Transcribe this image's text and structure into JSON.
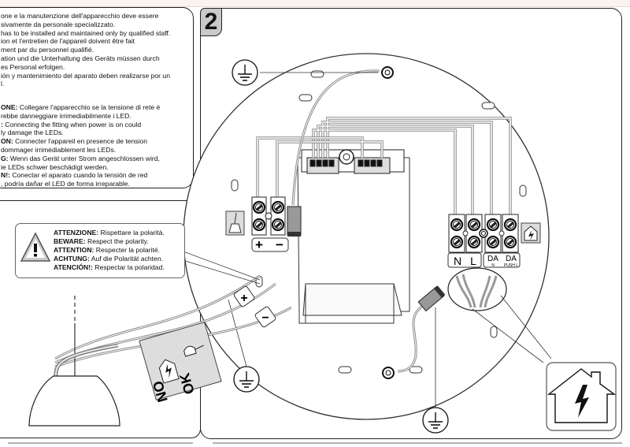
{
  "step": {
    "number": "2"
  },
  "installation_notice": [
    {
      "text": "one e la manutenzione dell'apparecchio deve essere"
    },
    {
      "text": "sivamente da personale specializzato."
    },
    {
      "text": "has to be installed and maintained only by qualified staff."
    },
    {
      "text": "ion et l'entretien de l'appareil doivent être fait"
    },
    {
      "text": "ment par du personnel qualifié."
    },
    {
      "text": "ation und die Unterhaltung des Geräts müssen durch"
    },
    {
      "text": "es Personal erfolgen."
    },
    {
      "text": "ión y mantenimiento del aparato deben realizarse por un"
    },
    {
      "text": "l."
    }
  ],
  "power_warning": [
    {
      "bold": "ONE:",
      "text": " Collegare l'apparecchio se la tensione di rete è"
    },
    {
      "bold": "",
      "text": "rebbe danneggiare irrimediabilmente i LED."
    },
    {
      "bold": ":",
      "text": " Connecting the fitting when power is on could"
    },
    {
      "bold": "",
      "text": "ly damage the LEDs."
    },
    {
      "bold": "ON:",
      "text": " Connecter l'appareil en presence de tension"
    },
    {
      "bold": "",
      "text": "dommager irrimédiablement les LEDs."
    },
    {
      "bold": "G:",
      "text": " Wenn das Gerät unter Strom angeschlossen wird,"
    },
    {
      "bold": "",
      "text": "ie LEDs schwer beschädigt werden."
    },
    {
      "bold": "N!:",
      "text": " Conectar el aparato cuando la tensión de red"
    },
    {
      "bold": "",
      "text": ", podría dañar el LED de forma irreparable."
    }
  ],
  "polarity_callout": [
    {
      "bold": "ATTENZIONE:",
      "text": " Rispettare la polarità."
    },
    {
      "bold": "BEWARE:",
      "text": " Respect the polarity."
    },
    {
      "bold": "ATTENTION:",
      "text": " Respecter la polarité."
    },
    {
      "bold": "ACHTUNG:",
      "text": " Auf die Polarität achten."
    },
    {
      "bold": "ATENCIÓN!:",
      "text": " Respectar la polaridad."
    }
  ],
  "led_terminal": {
    "plus": "+",
    "minus": "−"
  },
  "mains_terminal": {
    "labels": [
      {
        "main": "N",
        "sub": ""
      },
      {
        "main": "L",
        "sub": ""
      },
      {
        "main": "DA",
        "sub": "N"
      },
      {
        "main": "DA",
        "sub": "PUSH L"
      }
    ]
  },
  "cable_tag": {
    "ok": "OK",
    "no": "NO"
  },
  "wire_tags": {
    "plus": "+",
    "minus": "−"
  },
  "icons": [
    "earth-ground-icon",
    "warning-triangle-icon",
    "house-mains-voltage-icon",
    "lamp-icon",
    "screw-terminal-icon"
  ]
}
